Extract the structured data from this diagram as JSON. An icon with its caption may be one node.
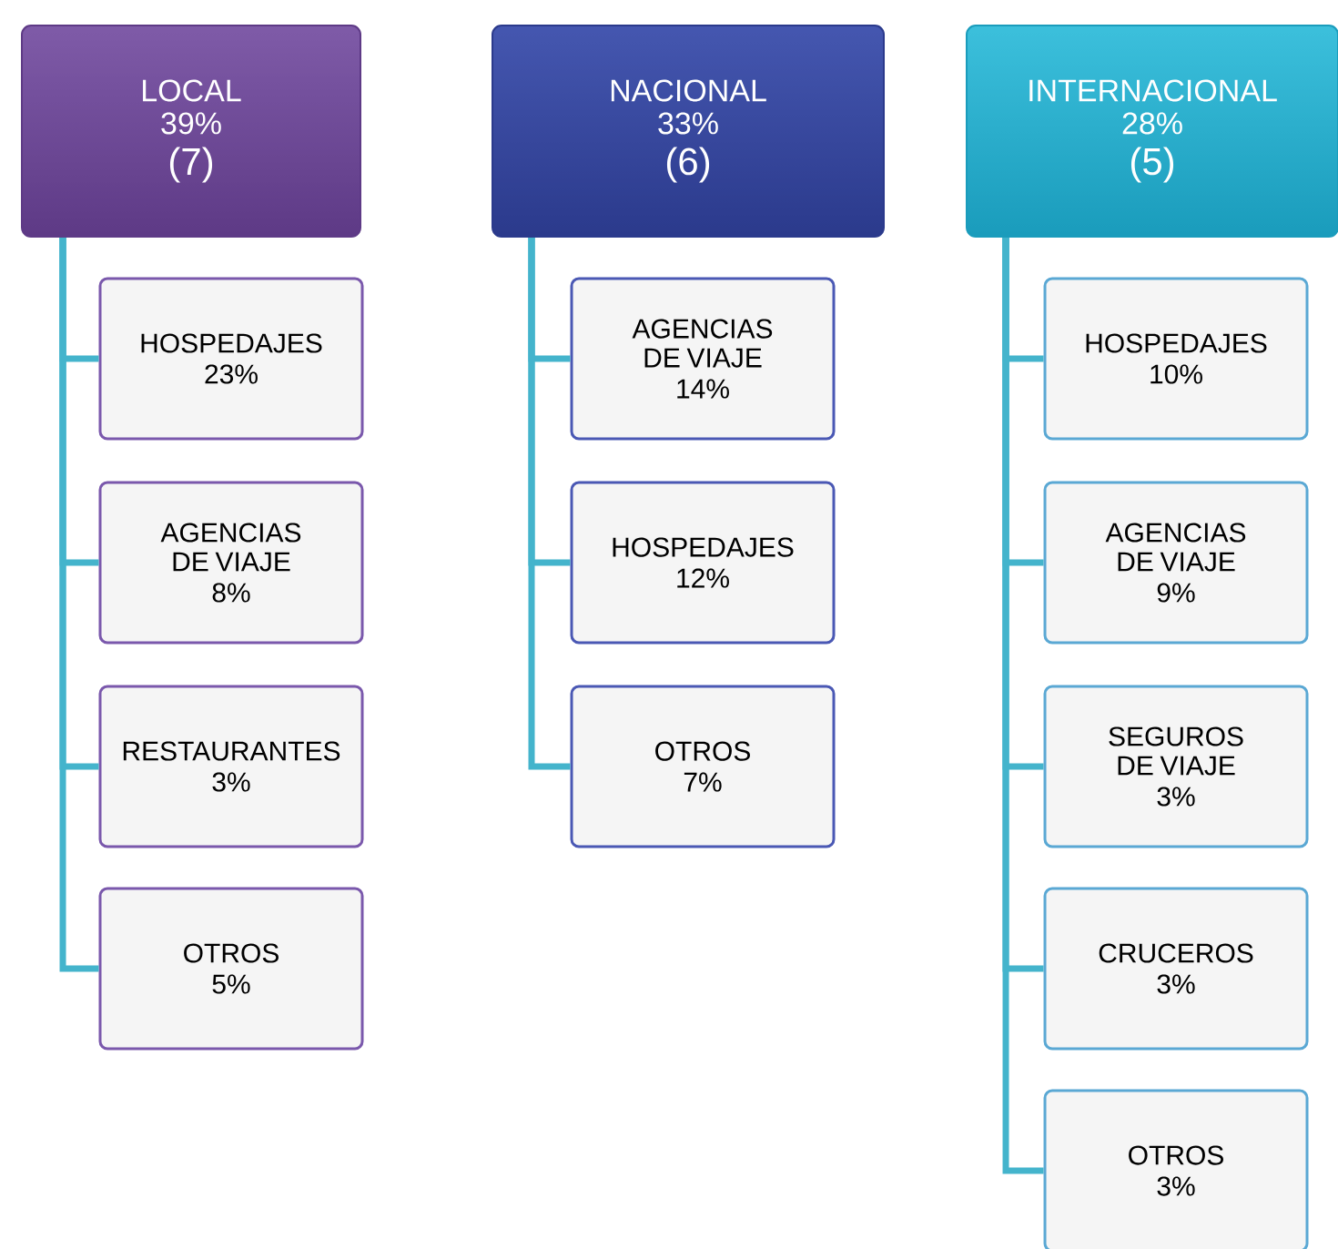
{
  "diagram": {
    "nodes": [
      {
        "text": [
          "LOCAL",
          "39%",
          "(7)"
        ]
      },
      {
        "text": [
          "HOSPEDAJES",
          "23%"
        ]
      },
      {
        "text": [
          "AGENCIAS DE VIAJE",
          "8%"
        ]
      },
      {
        "text": [
          "RESTAURANTES",
          "3%"
        ]
      },
      {
        "text": [
          "OTROS",
          "5%"
        ]
      },
      {
        "text": [
          "NACIONAL",
          "33%",
          "(6)"
        ]
      },
      {
        "text": [
          "AGENCIAS DE VIAJE",
          "14%"
        ]
      },
      {
        "text": [
          "HOSPEDAJES",
          "12%"
        ]
      },
      {
        "text": [
          "OTROS",
          "7%"
        ]
      },
      {
        "text": [
          "INTERNACIONAL",
          "28%",
          "(5)"
        ]
      },
      {
        "text": [
          "HOSPEDAJES",
          "10%"
        ]
      },
      {
        "text": [
          "AGENCIAS DE VIAJE",
          "9%"
        ]
      },
      {
        "text": [
          "SEGUROS DE VIAJE",
          "3%"
        ]
      },
      {
        "text": [
          "CRUCEROS",
          "3%"
        ]
      },
      {
        "text": [
          "OTROS",
          "3%"
        ]
      }
    ],
    "edges": [
      {
        "from": 0,
        "to": 1,
        "arrow": "none"
      },
      {
        "from": 0,
        "to": 2,
        "arrow": "none"
      },
      {
        "from": 0,
        "to": 3,
        "arrow": "none"
      },
      {
        "from": 0,
        "to": 4,
        "arrow": "none"
      },
      {
        "from": 5,
        "to": 6,
        "arrow": "none"
      },
      {
        "from": 5,
        "to": 7,
        "arrow": "none"
      },
      {
        "from": 5,
        "to": 8,
        "arrow": "none"
      },
      {
        "from": 9,
        "to": 10,
        "arrow": "none"
      },
      {
        "from": 9,
        "to": 11,
        "arrow": "none"
      },
      {
        "from": 9,
        "to": 12,
        "arrow": "none"
      },
      {
        "from": 9,
        "to": 13,
        "arrow": "none"
      },
      {
        "from": 9,
        "to": 14,
        "arrow": "none"
      }
    ]
  }
}
